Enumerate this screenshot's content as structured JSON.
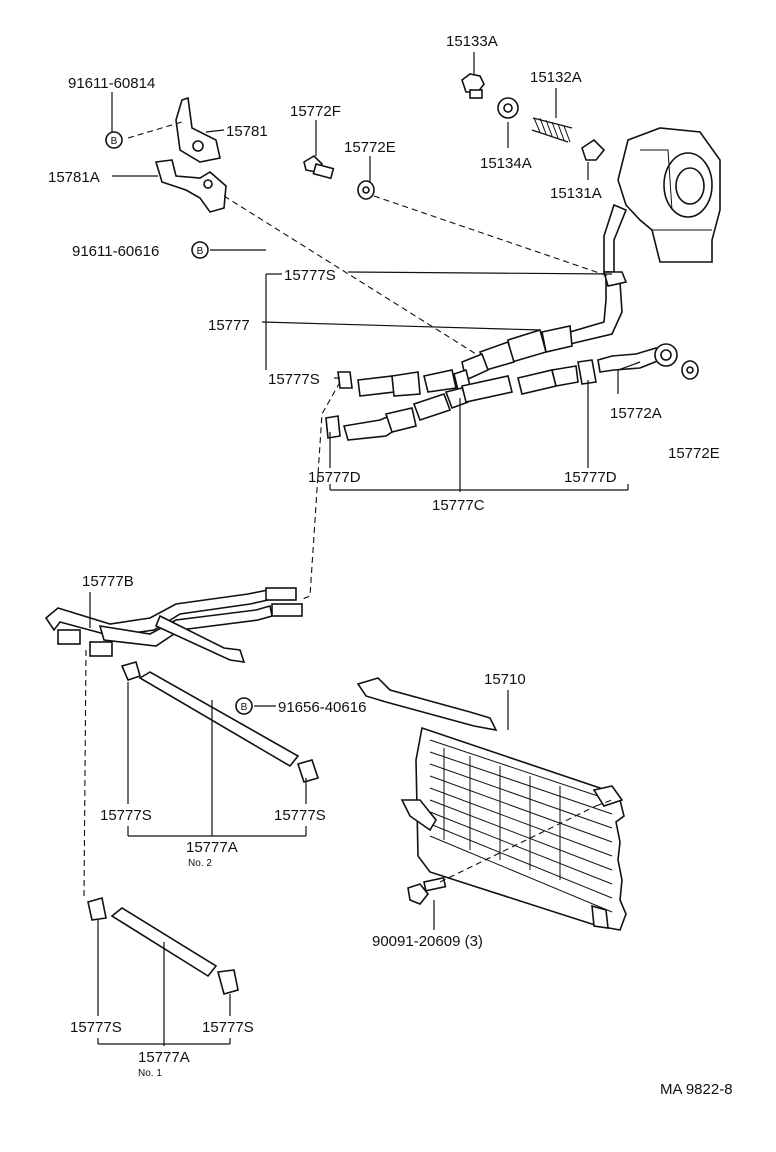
{
  "diagram": {
    "labels": {
      "p15133A": "15133A",
      "p15132A": "15132A",
      "p15134A": "15134A",
      "p15131A": "15131A",
      "p91611_60814": "91611-60814",
      "p15781": "15781",
      "p15781A": "15781A",
      "p91611_60616": "91611-60616",
      "p15772F": "15772F",
      "p15772E_top": "15772E",
      "p15777S_1": "15777S",
      "p15777": "15777",
      "p15777S_2": "15777S",
      "p15772A": "15772A",
      "p15772E_right": "15772E",
      "p15777D_left": "15777D",
      "p15777D_right": "15777D",
      "p15777C": "15777C",
      "p15777B": "15777B",
      "p91656_40616": "91656-40616",
      "p15710": "15710",
      "p15777S_3": "15777S",
      "p15777S_4": "15777S",
      "p15777A_no2": "15777A",
      "no2": "No. 2",
      "p90091_20609": "90091-20609 (3)",
      "p15777S_5": "15777S",
      "p15777S_6": "15777S",
      "p15777A_no1": "15777A",
      "no1": "No. 1",
      "bolt_marker": "B",
      "figure_code": "MA 9822-8"
    }
  }
}
